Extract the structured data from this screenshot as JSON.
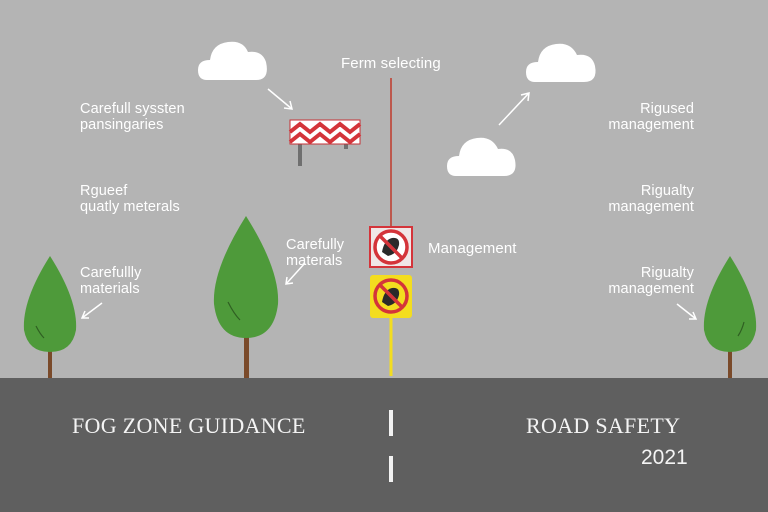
{
  "header": {
    "title": "Ferm selecting"
  },
  "left_labels": [
    {
      "line1": "Carefull syssten",
      "line2": "pansingaries"
    },
    {
      "line1": "Rgueef",
      "line2": "quatly meterals"
    },
    {
      "line1": "Carefullly",
      "line2": "materials"
    }
  ],
  "center_label": {
    "line1": "Carefully",
    "line2": "materals"
  },
  "sign_label": "Management",
  "right_labels": [
    {
      "line1": "Rigused",
      "line2": "management"
    },
    {
      "line1": "Rigualty",
      "line2": "management"
    },
    {
      "line1": "Rigualty",
      "line2": "management"
    }
  ],
  "road": {
    "left_title": "FOG ZONE GUIDANCE",
    "right_title": "ROAD SAFETY",
    "year": "2021"
  },
  "icons": [
    "cloud-icon",
    "arrow-icon",
    "barrier-icon",
    "no-entry-sign-icon",
    "tree-icon"
  ],
  "colors": {
    "sky": "#b4b4b4",
    "road": "#5f5f5f",
    "tree": "#4e9a3a",
    "trunk": "#7a4a2a",
    "barrier_red": "#d4343a",
    "sign_yellow": "#f3dd1f",
    "pole_red": "#c0392b"
  }
}
